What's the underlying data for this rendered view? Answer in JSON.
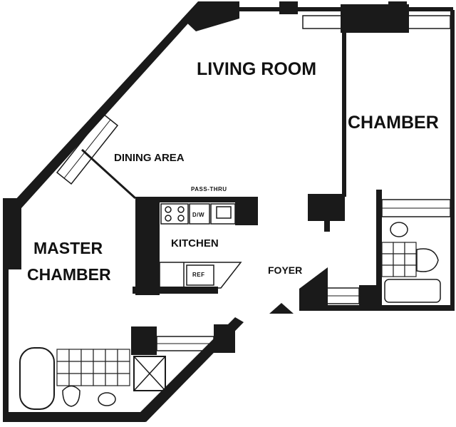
{
  "floor_plan": {
    "rooms": {
      "living_room": "LIVING ROOM",
      "chamber": "CHAMBER",
      "dining_area": "DINING AREA",
      "master_chamber_line1": "MASTER",
      "master_chamber_line2": "CHAMBER",
      "kitchen": "KITCHEN",
      "foyer": "FOYER"
    },
    "fixtures": {
      "pass_thru": "PASS-THRU",
      "dishwasher": "D/W",
      "refrigerator": "REF"
    },
    "colors": {
      "wall": "#1a1a1a",
      "background": "#ffffff"
    }
  }
}
